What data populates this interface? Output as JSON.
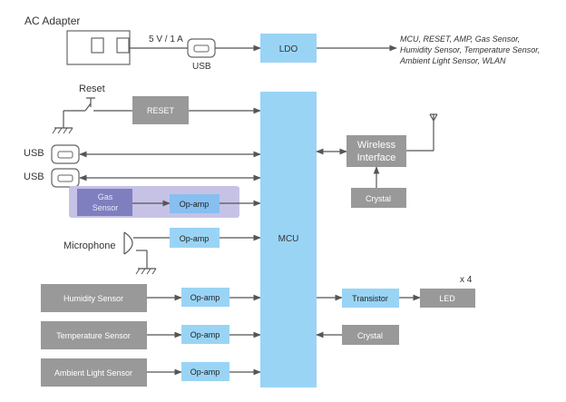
{
  "ac_adapter": {
    "title": "AC Adapter",
    "rating": "5 V / 1 A",
    "usb_label": "USB"
  },
  "ldo": {
    "label": "LDO"
  },
  "power_note": {
    "line1": "MCU, RESET, AMP, Gas Sensor,",
    "line2": "Humidity Sensor, Temperature Sensor,",
    "line3": "Ambient Light Sensor, WLAN"
  },
  "reset": {
    "switch_label": "Reset",
    "block_label": "RESET"
  },
  "usb_ports": [
    {
      "label": "USB"
    },
    {
      "label": "USB"
    }
  ],
  "gas": {
    "sensor_line1": "Gas",
    "sensor_line2": "Sensor",
    "opamp": "Op-amp"
  },
  "microphone": {
    "label": "Microphone",
    "opamp": "Op-amp"
  },
  "sensors": [
    {
      "label": "Humidity Sensor",
      "opamp": "Op-amp"
    },
    {
      "label": "Temperature Sensor",
      "opamp": "Op-amp"
    },
    {
      "label": "Ambient Light Sensor",
      "opamp": "Op-amp"
    }
  ],
  "mcu": {
    "label": "MCU"
  },
  "wireless": {
    "line1": "Wireless",
    "line2": "Interface",
    "crystal": "Crystal"
  },
  "output": {
    "transistor": "Transistor",
    "led": "LED",
    "multiplier": "x 4"
  },
  "mcu_crystal": {
    "label": "Crystal"
  },
  "colors": {
    "light_blue": "#9ad4f5",
    "mid_blue": "#86bff0",
    "gray_block": "#999999",
    "gas_bg": "#c6c2e6",
    "gas_sensor": "#7f7fbf",
    "line": "#555555"
  }
}
